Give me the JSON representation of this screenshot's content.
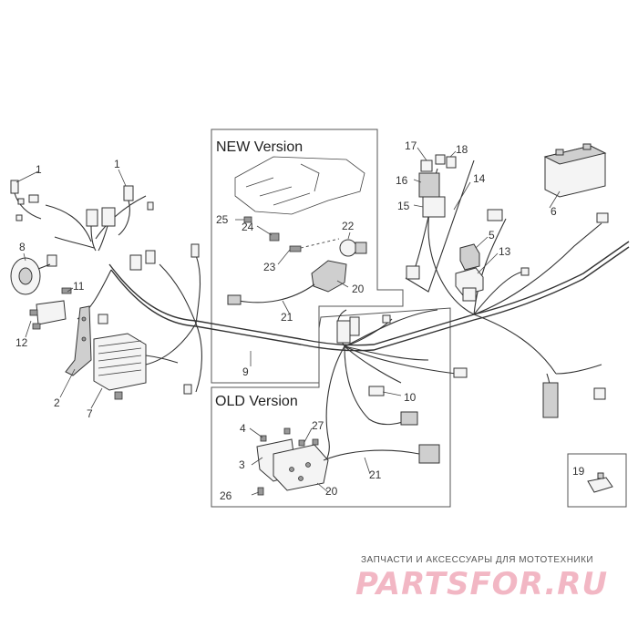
{
  "diagram": {
    "new_version_title": "NEW Version",
    "old_version_title": "OLD Version",
    "part_labels": {
      "p1a": "1",
      "p1b": "1",
      "p2": "2",
      "p3": "3",
      "p4": "4",
      "p5": "5",
      "p6": "6",
      "p7": "7",
      "p8": "8",
      "p9": "9",
      "p10": "10",
      "p11": "11",
      "p12": "12",
      "p13": "13",
      "p14": "14",
      "p15": "15",
      "p16": "16",
      "p17": "17",
      "p18": "18",
      "p19": "19",
      "p20a": "20",
      "p20b": "20",
      "p21a": "21",
      "p21b": "21",
      "p22": "22",
      "p23": "23",
      "p24": "24",
      "p25": "25",
      "p26": "26",
      "p27": "27"
    }
  },
  "watermark": {
    "tagline": "ЗАПЧАСТИ И АКСЕССУАРЫ ДЛЯ МОТОТЕХНИКИ",
    "logo": "PARTSFOR.RU"
  }
}
